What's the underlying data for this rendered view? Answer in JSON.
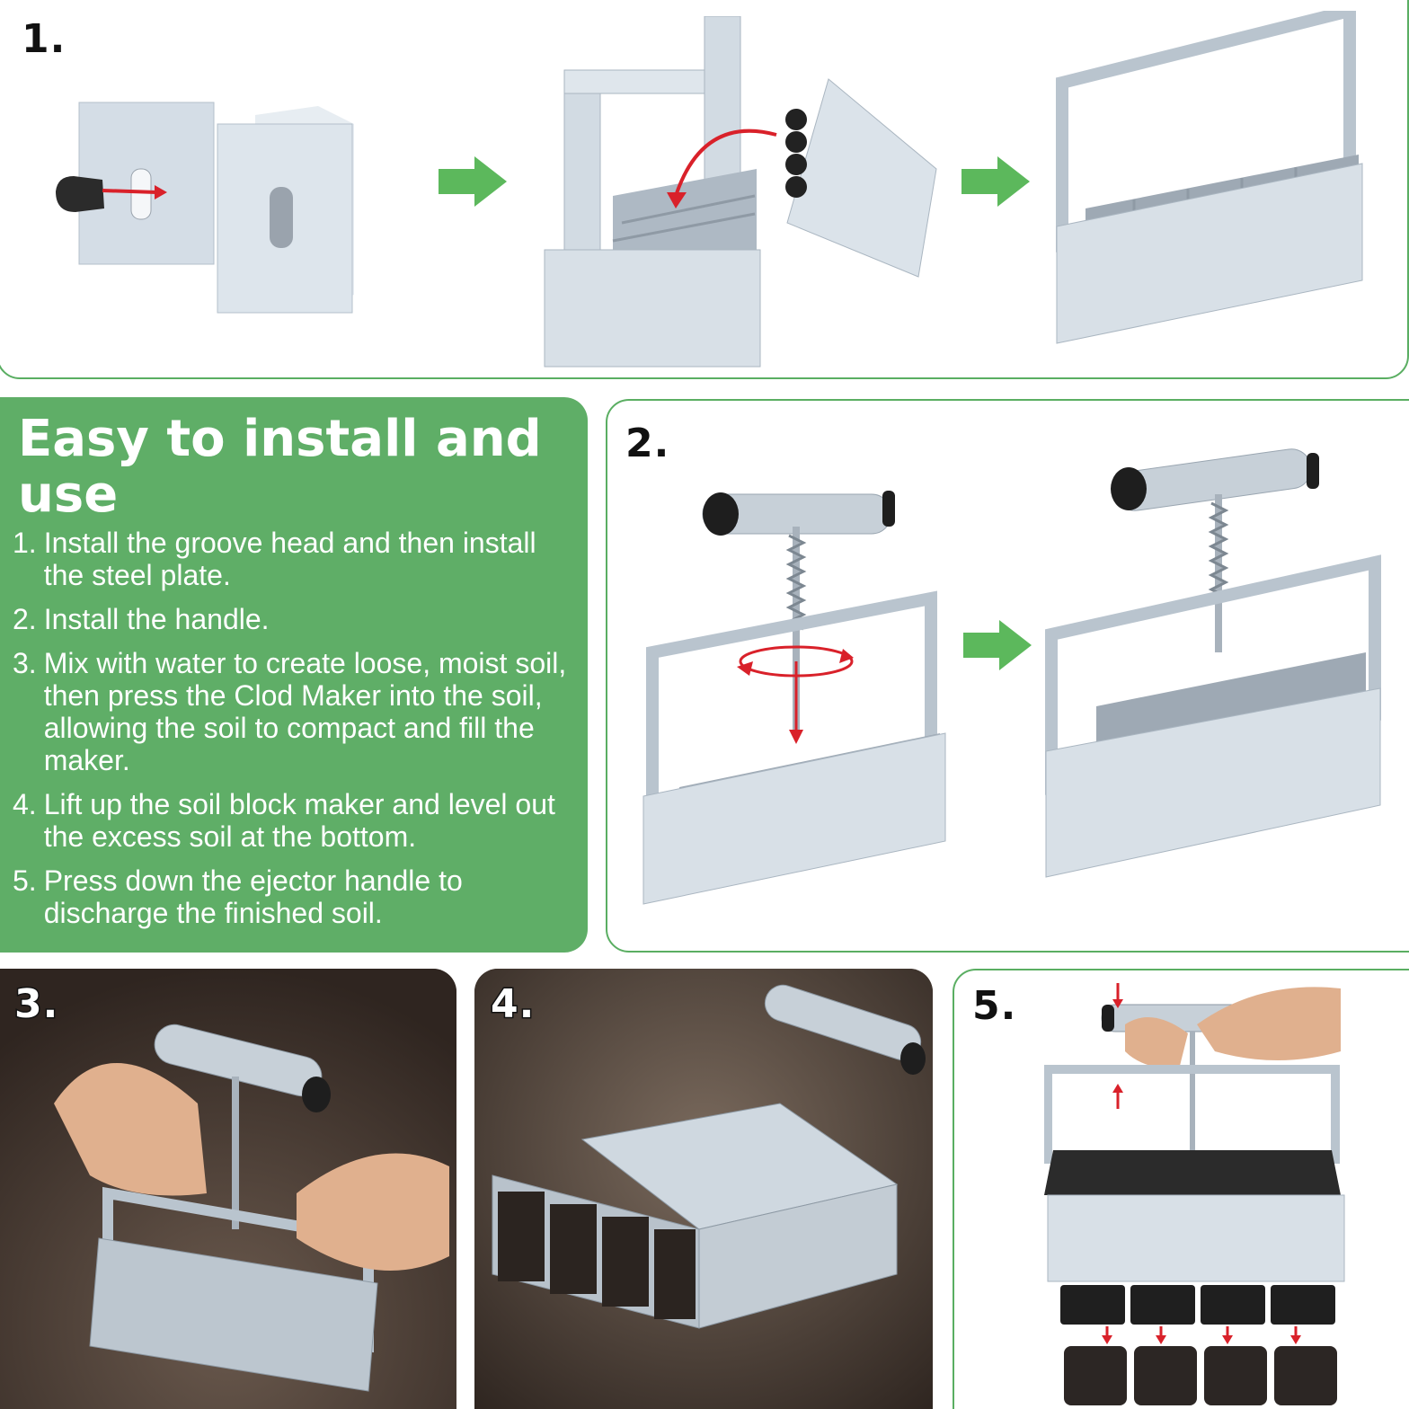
{
  "info": {
    "title": "Easy to install and use",
    "steps": [
      {
        "num": "1.",
        "text": "Install the groove head and then install the steel plate."
      },
      {
        "num": "2.",
        "text": "Install the handle."
      },
      {
        "num": "3.",
        "text": "Mix with water to create loose, moist soil, then press the Clod Maker into the soil, allowing the soil to compact and fill the maker."
      },
      {
        "num": "4.",
        "text": "Lift up the soil block maker and level out the excess soil at the bottom."
      },
      {
        "num": "5.",
        "text": "Press down the ejector handle to discharge the finished soil."
      }
    ]
  },
  "panels": {
    "p1": {
      "label": "1."
    },
    "p2": {
      "label": "2."
    },
    "p3": {
      "label": "3."
    },
    "p4": {
      "label": "4."
    },
    "p5": {
      "label": "5."
    }
  },
  "colors": {
    "brand_green": "#5fae67",
    "arrow_green": "#5cb85c",
    "red_arrow": "#d9212a",
    "metal": "#c9d3dc",
    "soil": "#4a3a30"
  }
}
